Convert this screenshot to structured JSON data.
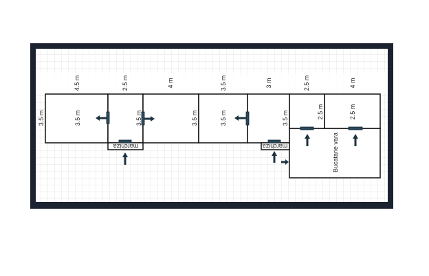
{
  "plan": {
    "top_dimensions": [
      "4.5 m",
      "2.5 m",
      "4 m",
      "3.5 m",
      "3 m",
      "2.5 m",
      "4 m"
    ],
    "left_dimension": "3.5 m",
    "room_labels": [
      "3.5 m",
      "3.5 m",
      "3.5 m",
      "3.5 m",
      "3.5 m",
      "2.5 m",
      "2.5 m"
    ],
    "marchiza_1": "marchiza",
    "marchiza_2": "marchiza",
    "summer_kitchen": "Bucatarie vara",
    "colors": {
      "frame": "#1b2230",
      "door": "#2a4a5c",
      "grid": "#e4e4e4"
    }
  }
}
